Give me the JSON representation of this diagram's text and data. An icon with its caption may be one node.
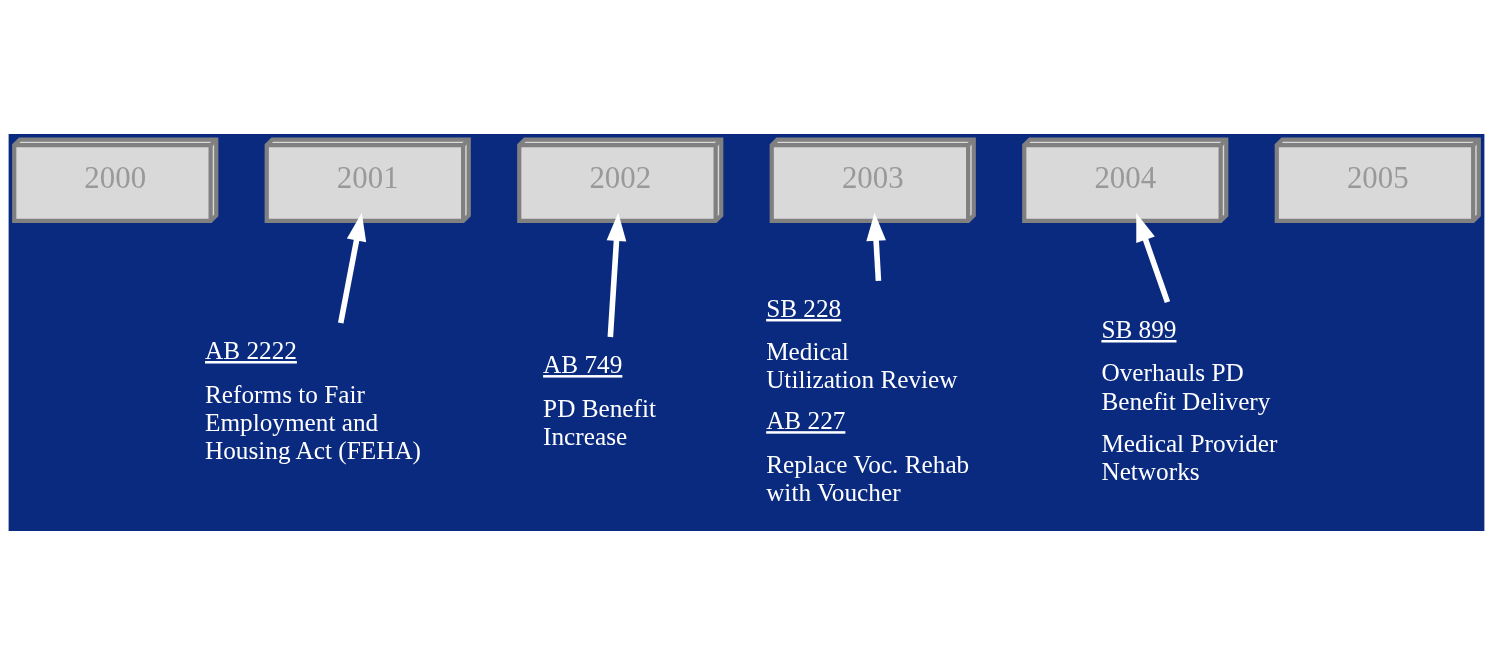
{
  "diagram": {
    "nodes": [
      {
        "text": [
          "2000"
        ]
      },
      {
        "text": [
          "2001"
        ]
      },
      {
        "text": [
          "2002"
        ]
      },
      {
        "text": [
          "2003"
        ]
      },
      {
        "text": [
          "2004"
        ]
      },
      {
        "text": [
          "2005"
        ]
      },
      {
        "text": [
          "AB 2222",
          "Reforms to Fair Employment and Housing Act (FEHA)"
        ]
      },
      {
        "text": [
          "AB 749",
          "PD Benefit Increase"
        ]
      },
      {
        "text": [
          "SB 228",
          "Medical Utilization Review",
          "AB 227",
          "Replace Voc. Rehab with Voucher"
        ]
      },
      {
        "text": [
          "SB 899",
          "Overhauls PD Benefit Delivery",
          "Medical Provider Networks"
        ]
      }
    ],
    "edges": [
      {
        "from": 6,
        "to": 1,
        "arrow": "to"
      },
      {
        "from": 7,
        "to": 2,
        "arrow": "to"
      },
      {
        "from": 8,
        "to": 3,
        "arrow": "to"
      },
      {
        "from": 9,
        "to": 4,
        "arrow": "to"
      }
    ]
  }
}
